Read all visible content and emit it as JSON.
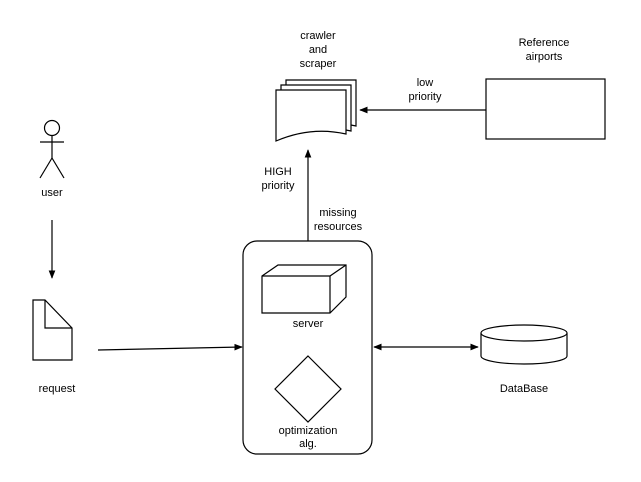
{
  "nodes": {
    "user": {
      "label": "user",
      "shape": "actor"
    },
    "request": {
      "label": "request",
      "shape": "document"
    },
    "server": {
      "label": "server",
      "shape": "3d-box"
    },
    "optimization": {
      "line1": "optimization",
      "line2": "alg.",
      "shape": "diamond"
    },
    "crawler": {
      "line1": "crawler",
      "line2": "and",
      "line3": "scraper",
      "shape": "multi-document"
    },
    "reference": {
      "line1": "Reference",
      "line2": "airports",
      "shape": "rectangle"
    },
    "database": {
      "label": "DataBase",
      "shape": "cylinder"
    }
  },
  "edges": {
    "low_priority": {
      "line1": "low",
      "line2": "priority"
    },
    "high_priority": {
      "line1": "HIGH",
      "line2": "priority"
    },
    "missing_resources": {
      "line1": "missing",
      "line2": "resources"
    }
  },
  "colors": {
    "stroke": "#000000",
    "fill": "#ffffff"
  }
}
